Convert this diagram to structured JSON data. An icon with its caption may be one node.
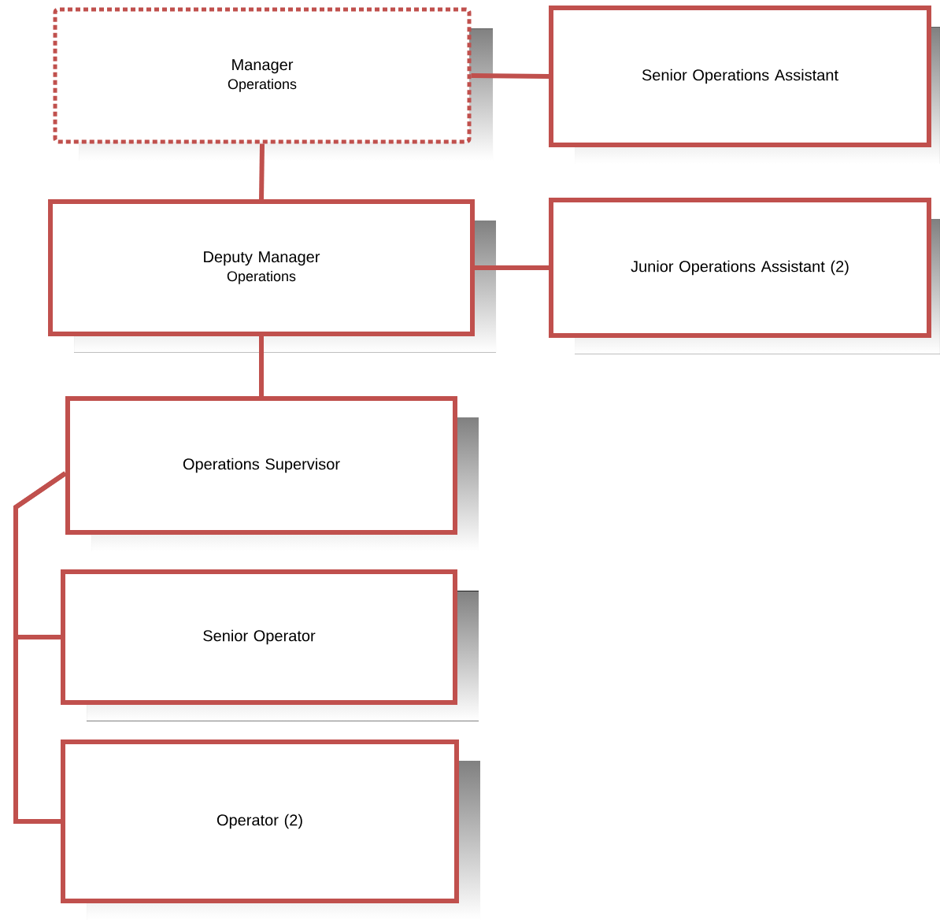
{
  "diagram": {
    "nodes": [
      {
        "text": [
          "Manager",
          "Operations"
        ]
      },
      {
        "text": [
          "Senior Operations Assistant"
        ]
      },
      {
        "text": [
          "Deputy Manager",
          "Operations"
        ]
      },
      {
        "text": [
          "Junior Operations Assistant (2)"
        ]
      },
      {
        "text": [
          "Operations Supervisor"
        ]
      },
      {
        "text": [
          "Senior Operator"
        ]
      },
      {
        "text": [
          "Operator (2)"
        ]
      }
    ],
    "edges": [
      {
        "from": 0,
        "to": 1,
        "arrow": "none"
      },
      {
        "from": 0,
        "to": 2,
        "arrow": "none"
      },
      {
        "from": 2,
        "to": 3,
        "arrow": "none"
      },
      {
        "from": 2,
        "to": 4,
        "arrow": "none"
      },
      {
        "from": 4,
        "to": 5,
        "arrow": "none"
      },
      {
        "from": 4,
        "to": 6,
        "arrow": "none"
      }
    ]
  }
}
